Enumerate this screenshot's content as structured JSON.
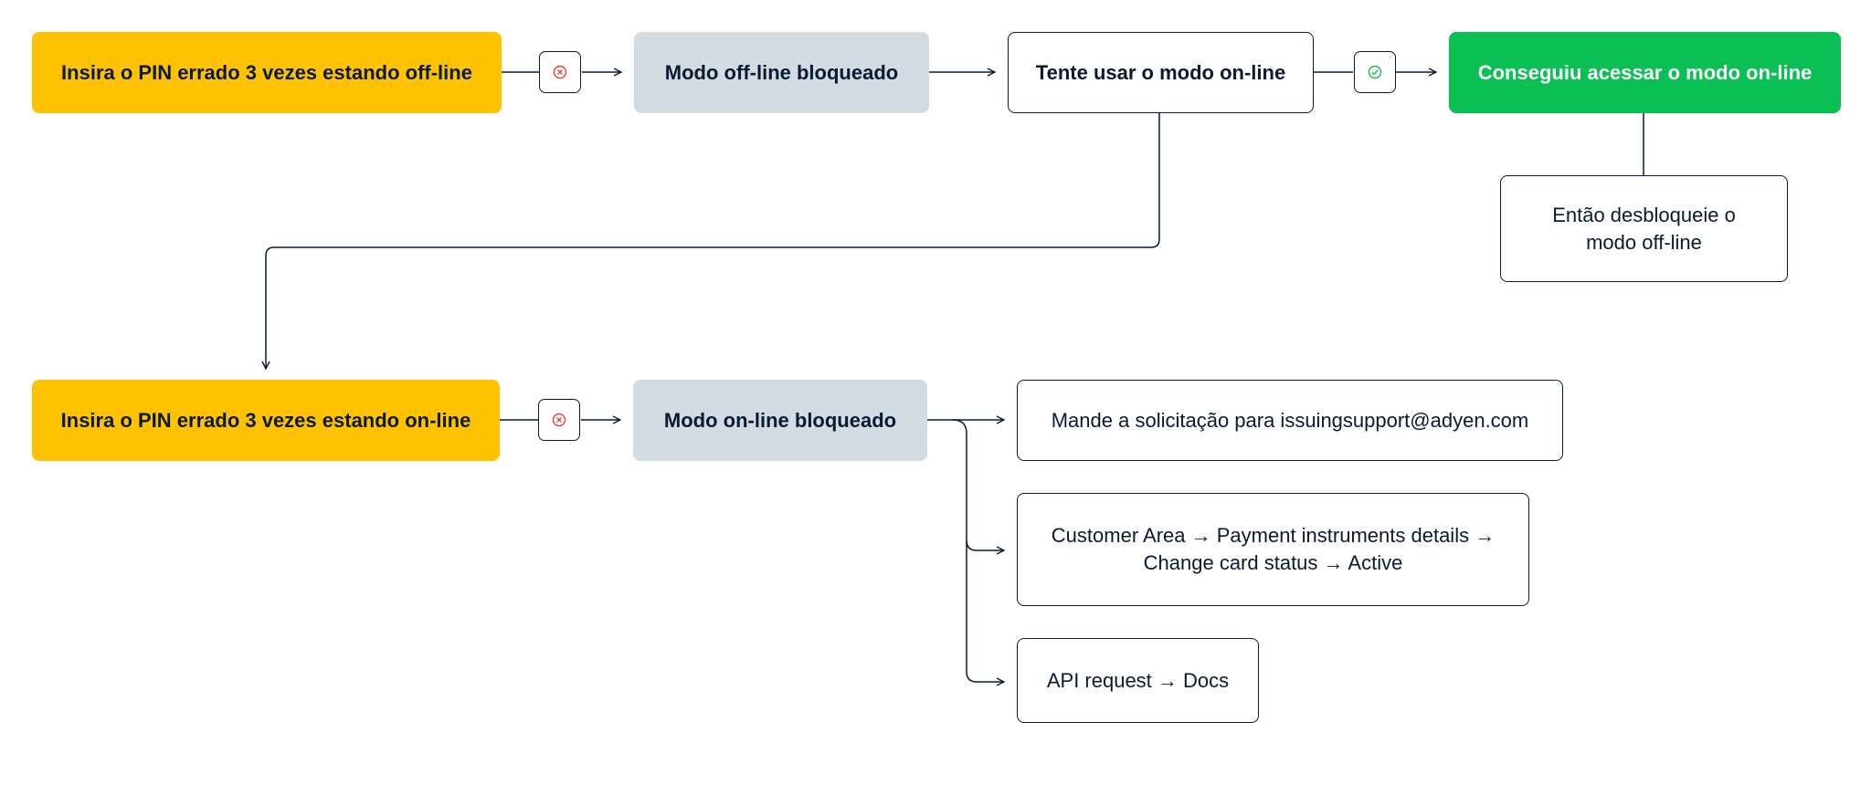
{
  "flow": {
    "offline_wrong_pin": "Insira o PIN errado 3 vezes estando off-line",
    "offline_blocked": "Modo off-line bloqueado",
    "try_online": "Tente usar o modo on-line",
    "online_success": "Conseguiu acessar o modo on-line",
    "unblock_offline": "Então desbloqueie o\nmodo off-line",
    "online_wrong_pin": "Insira o PIN errado 3 vezes estando on-line",
    "online_blocked": "Modo on-line bloqueado",
    "option_email": "Mande a solicitação para issuingsupport@adyen.com",
    "option_customer_area": "Customer Area → Payment instruments details →\nChange card status → Active",
    "option_api": "API request → Docs"
  },
  "icons": {
    "fail": "error-circle-icon",
    "success": "check-circle-icon"
  },
  "colors": {
    "warning": "#ffc200",
    "blocked": "#d3dbe3",
    "success": "#0abf53",
    "ink": "#0a1934",
    "fail_icon": "#e5423b",
    "success_icon": "#0abf53"
  }
}
